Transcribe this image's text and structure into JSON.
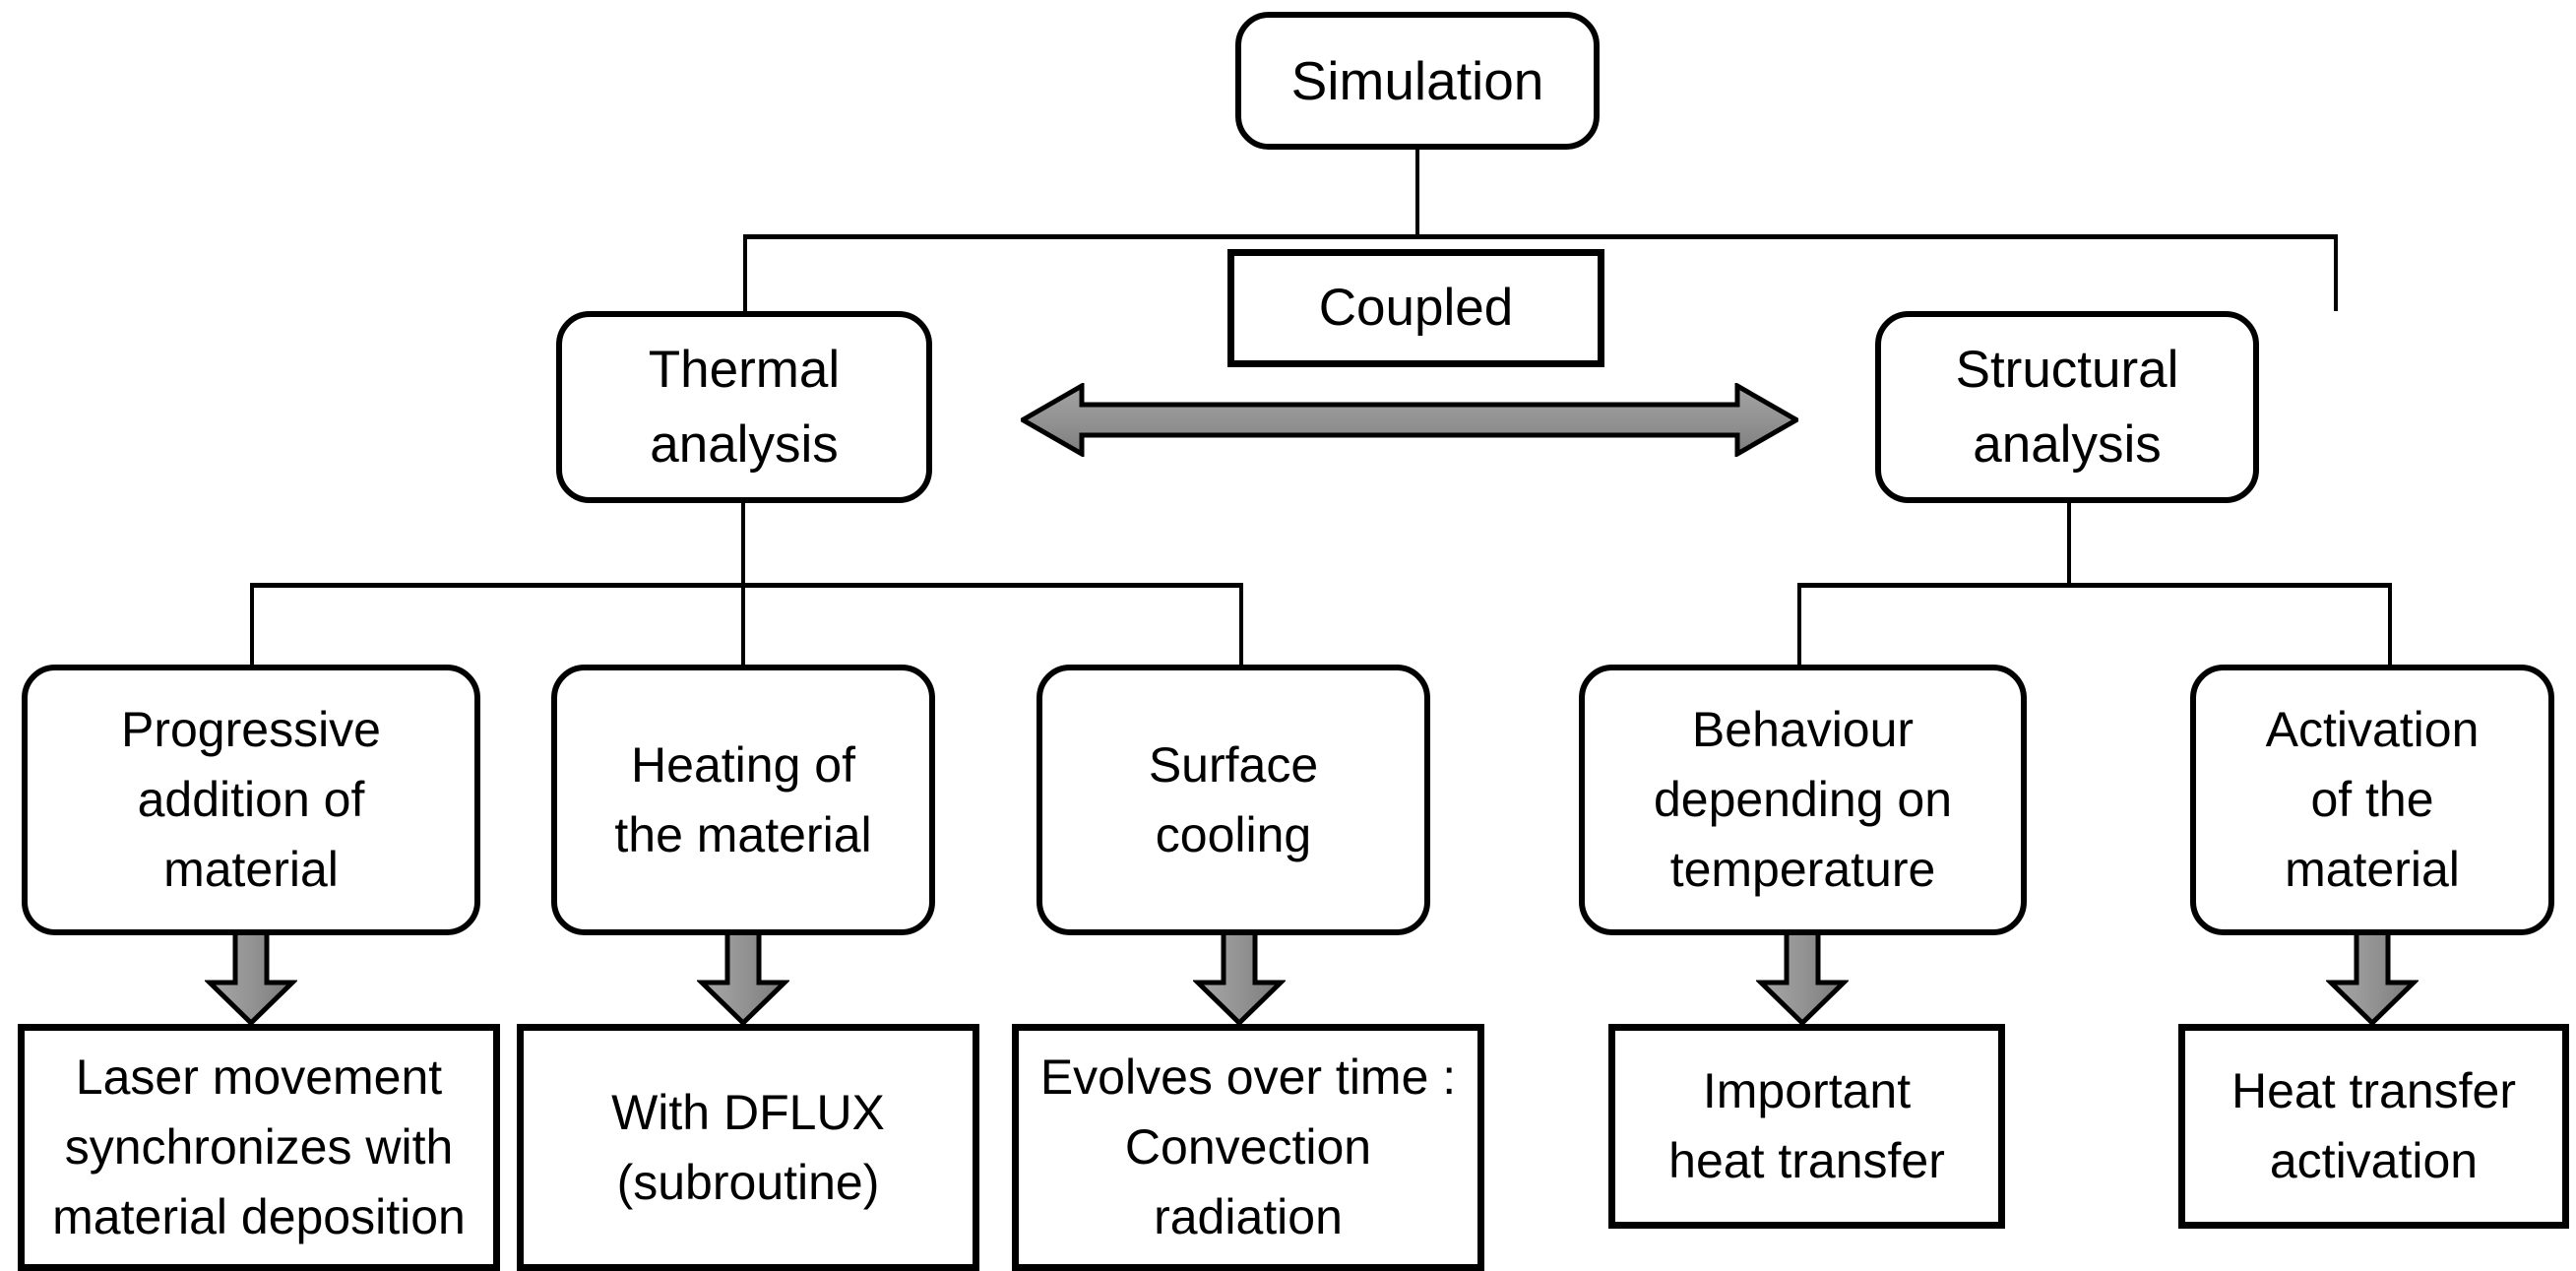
{
  "diagram": {
    "title": "Simulation flowchart",
    "colors": {
      "line": "#000000",
      "box_border": "#000000",
      "box_fill": "#ffffff",
      "arrow_fill": "#8c8c8c",
      "arrow_stroke": "#000000",
      "text": "#000000"
    },
    "root": {
      "label": "Simulation",
      "shape": "rounded-rect"
    },
    "coupled": {
      "label": "Coupled",
      "shape": "rect"
    },
    "branches": [
      {
        "label": "Thermal\nanalysis",
        "shape": "rounded-rect"
      },
      {
        "label": "Structural\nanalysis",
        "shape": "rounded-rect"
      }
    ],
    "thermal_children": [
      {
        "label": "Progressive\naddition of\nmaterial",
        "shape": "rounded-rect",
        "detail": "Laser movement\nsynchronizes with\nmaterial deposition"
      },
      {
        "label": "Heating of\nthe material",
        "shape": "rounded-rect",
        "detail": "With DFLUX\n(subroutine)"
      },
      {
        "label": "Surface\ncooling",
        "shape": "rounded-rect",
        "detail": "Evolves over time :\nConvection\nradiation"
      }
    ],
    "structural_children": [
      {
        "label": "Behaviour\ndepending on\ntemperature",
        "shape": "rounded-rect",
        "detail": "Important\nheat transfer"
      },
      {
        "label": "Activation\nof the\nmaterial",
        "shape": "rounded-rect",
        "detail": "Heat transfer\nactivation"
      }
    ],
    "coupling_arrow": {
      "name": "double-headed-arrow",
      "direction": "bidirectional",
      "from": "Thermal analysis",
      "to": "Structural analysis"
    },
    "down_arrows": {
      "name": "down-arrow",
      "count": 5,
      "direction": "down"
    }
  }
}
